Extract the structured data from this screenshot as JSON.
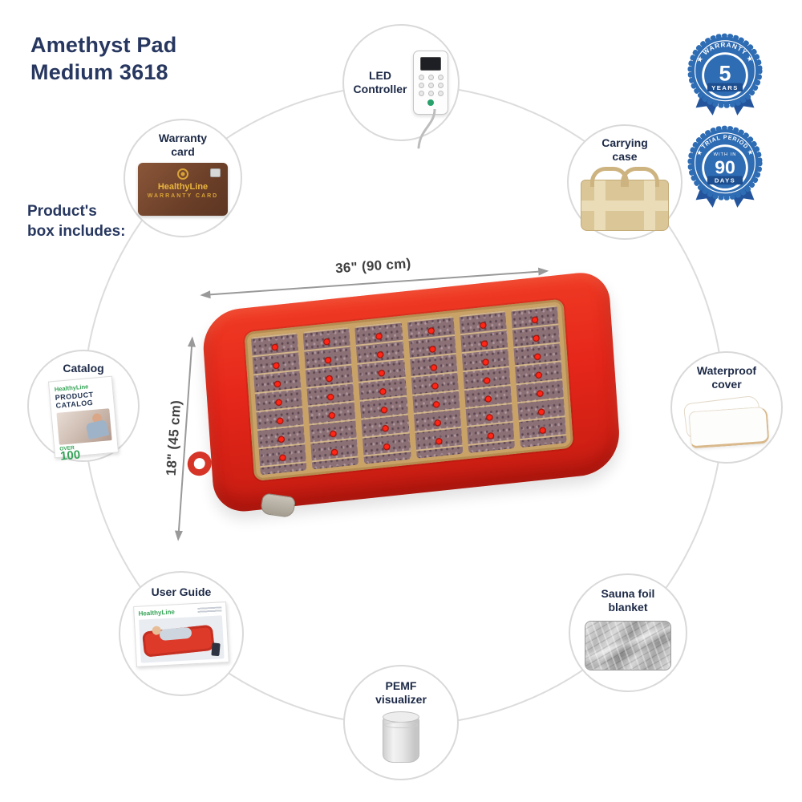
{
  "title": {
    "text": "Amethyst Pad\nMedium 3618"
  },
  "box_note": {
    "text": "Product's\nbox includes:"
  },
  "dimensions": {
    "width": "36\" (90 cm)",
    "height": "18\" (45 cm)"
  },
  "badges": {
    "warranty": {
      "arc": "★ WARRANTY ★",
      "number": "5",
      "unit": "YEARS"
    },
    "trial": {
      "arc": "★ TRIAL PERIOD ★",
      "sub": "WITH IN",
      "number": "90",
      "unit": "DAYS"
    }
  },
  "items": [
    {
      "id": "led-controller",
      "label": "LED\nController"
    },
    {
      "id": "warranty-card",
      "label": "Warranty\ncard",
      "brand": "HealthyLine",
      "card_title": "WARRANTY CARD"
    },
    {
      "id": "carrying-case",
      "label": "Carrying\ncase"
    },
    {
      "id": "catalog",
      "label": "Catalog",
      "brand": "HealthyLine",
      "cover_title": "PRODUCT\nCATALOG",
      "cover_note": "OVER",
      "cover_number": "100"
    },
    {
      "id": "waterproof-cover",
      "label": "Waterproof\ncover"
    },
    {
      "id": "user-guide",
      "label": "User Guide",
      "brand": "HealthyLine"
    },
    {
      "id": "sauna-foil-blanket",
      "label": "Sauna foil\nblanket"
    },
    {
      "id": "pemf-visualizer",
      "label": "PEMF\nvisualizer"
    }
  ],
  "colors": {
    "navy": "#27375f",
    "badge_blue": "#2e6cb3",
    "pad_red": "#e5261a",
    "brand_green": "#35a457",
    "ring_gray": "#dcdcdc"
  }
}
